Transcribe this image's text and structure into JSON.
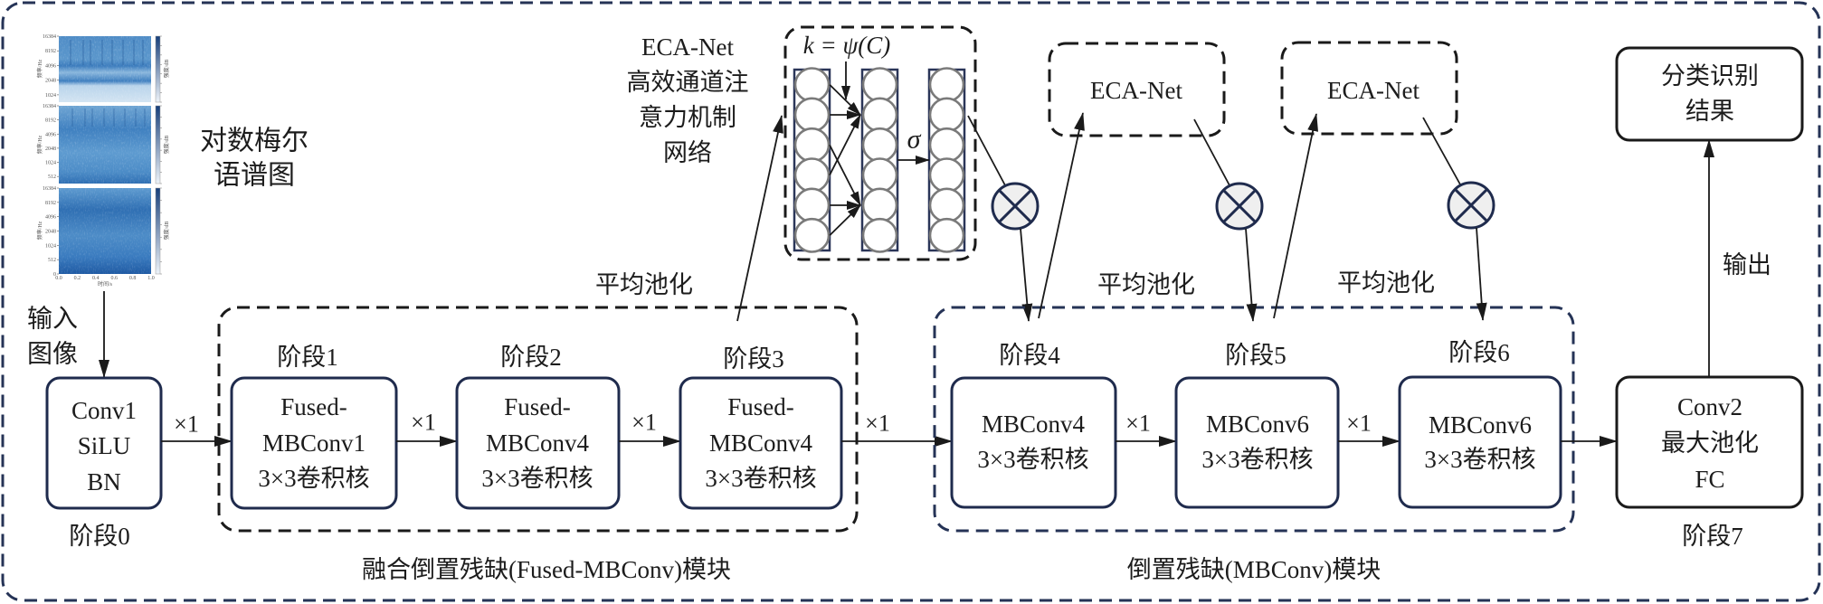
{
  "spectrogram": {
    "caption_lines": [
      "对数梅尔",
      "语谱图"
    ],
    "y_label": "频率/Hz",
    "x_label": "时间/s",
    "colorbar_label": "强度/dB",
    "panels": [
      {
        "y_ticks": [
          "16384",
          "8192",
          "4096",
          "2048",
          "1024"
        ]
      },
      {
        "y_ticks": [
          "16384",
          "8192",
          "4096",
          "2048",
          "1024",
          "512"
        ]
      },
      {
        "y_ticks": [
          "16384",
          "8192",
          "4096",
          "2048",
          "1024",
          "512",
          "0"
        ]
      }
    ],
    "x_ticks": [
      "0.0",
      "0.2",
      "0.4",
      "0.6",
      "0.8",
      "1.0"
    ]
  },
  "input": {
    "label_lines": [
      "输入",
      "图像"
    ]
  },
  "stages": [
    {
      "label": "阶段0",
      "lines": [
        "Conv1",
        "SiLU",
        "BN"
      ]
    },
    {
      "label": "阶段1",
      "lines": [
        "Fused-",
        "MBConv1",
        "3×3卷积核"
      ]
    },
    {
      "label": "阶段2",
      "lines": [
        "Fused-",
        "MBConv4",
        "3×3卷积核"
      ]
    },
    {
      "label": "阶段3",
      "lines": [
        "Fused-",
        "MBConv4",
        "3×3卷积核"
      ]
    },
    {
      "label": "阶段4",
      "lines": [
        "MBConv4",
        "3×3卷积核"
      ]
    },
    {
      "label": "阶段5",
      "lines": [
        "MBConv6",
        "3×3卷积核"
      ]
    },
    {
      "label": "阶段6",
      "lines": [
        "MBConv6",
        "3×3卷积核"
      ]
    },
    {
      "label": "阶段7",
      "lines": [
        "Conv2",
        "最大池化",
        "FC"
      ]
    }
  ],
  "repeat_labels": [
    "×1",
    "×1",
    "×1",
    "×1",
    "×1",
    "×1"
  ],
  "groups": {
    "fused": {
      "caption": "融合倒置残缺(Fused-MBConv)模块"
    },
    "mbconv": {
      "caption": "倒置残缺(MBConv)模块"
    }
  },
  "pooling_labels": [
    "平均池化",
    "平均池化",
    "平均池化"
  ],
  "eca_detail": {
    "label_lines": [
      "ECA-Net",
      "高效通道注",
      "意力机制",
      "网络"
    ],
    "formula": "k = ψ(C)",
    "activation": "σ",
    "channels_drawn": 6
  },
  "eca_blocks": [
    {
      "label": "ECA-Net"
    },
    {
      "label": "ECA-Net"
    }
  ],
  "output": {
    "label": "输出",
    "result_lines": [
      "分类识别",
      "结果"
    ]
  },
  "colors": {
    "navy": "#1f2b4d",
    "black": "#1a1a1a",
    "multiply_fill": "#efefef",
    "spectrogram_blue": "#3a7bbf"
  }
}
